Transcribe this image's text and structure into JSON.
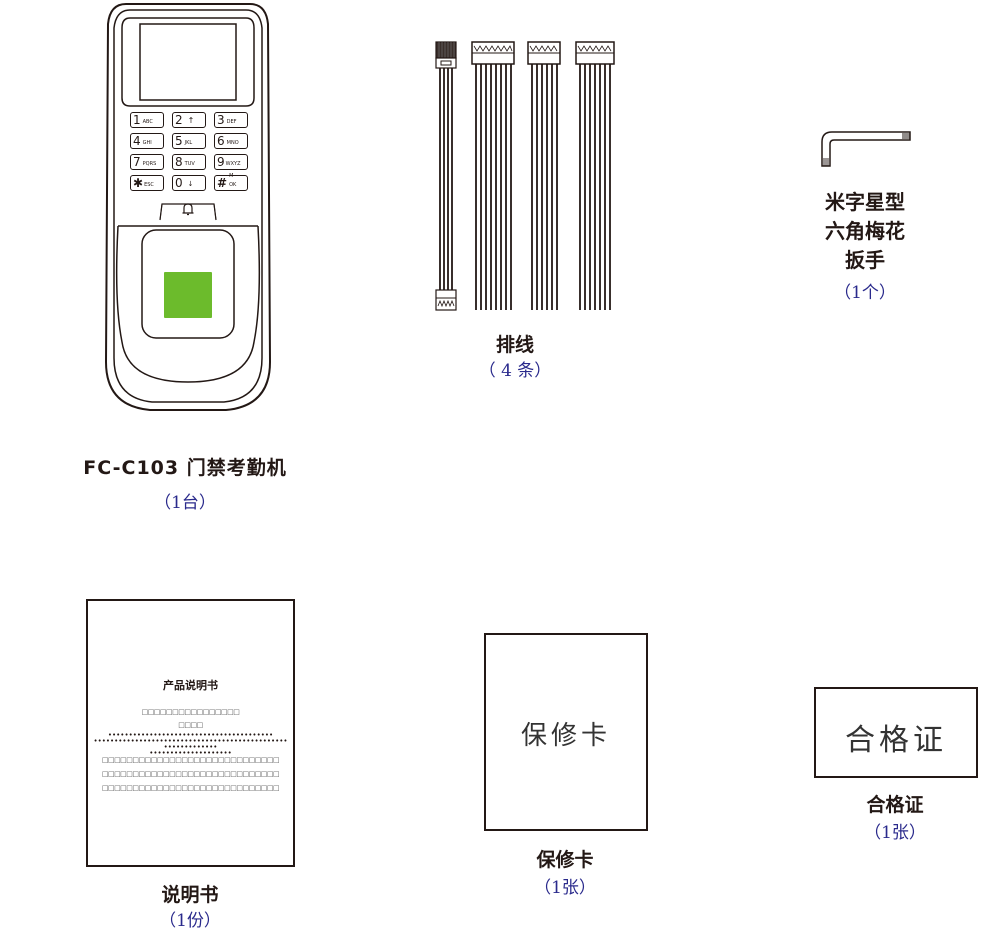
{
  "items": {
    "terminal": {
      "name": "FC-C103 门禁考勤机",
      "qty": "（1台）",
      "keypad": [
        {
          "main": "1",
          "sub": "ABC"
        },
        {
          "main": "2",
          "sub": "↑"
        },
        {
          "main": "3",
          "sub": "DEF"
        },
        {
          "main": "4",
          "sub": "GHI"
        },
        {
          "main": "5",
          "sub": "JKL"
        },
        {
          "main": "6",
          "sub": "MNO"
        },
        {
          "main": "7",
          "sub": "PQRS"
        },
        {
          "main": "8",
          "sub": "TUV"
        },
        {
          "main": "9",
          "sub": "WXYZ"
        },
        {
          "main": "✱",
          "sub": "ESC"
        },
        {
          "main": "0",
          "sub": "↓"
        },
        {
          "main": "#",
          "sub": "M OK"
        }
      ],
      "bell_icon": "bell-icon",
      "sensor_color": "#6cbb2c"
    },
    "cables": {
      "name": "排线",
      "qty": "（ 4 条）",
      "count": 4
    },
    "wrench": {
      "name_line1": "米字星型",
      "name_line2": "六角梅花",
      "name_line3": "扳手",
      "qty": "（1个）"
    },
    "manual": {
      "cover_title": "产品说明书",
      "name": "说明书",
      "qty": "（1份）"
    },
    "warranty": {
      "card_text": "保修卡",
      "name": "保修卡",
      "qty": "（1张）"
    },
    "certificate": {
      "card_text": "合格证",
      "name": "合格证",
      "qty": "（1张）"
    }
  },
  "colors": {
    "line": "#231815",
    "qty_text": "#2a2a8c",
    "sensor_green": "#6cbb2c"
  }
}
